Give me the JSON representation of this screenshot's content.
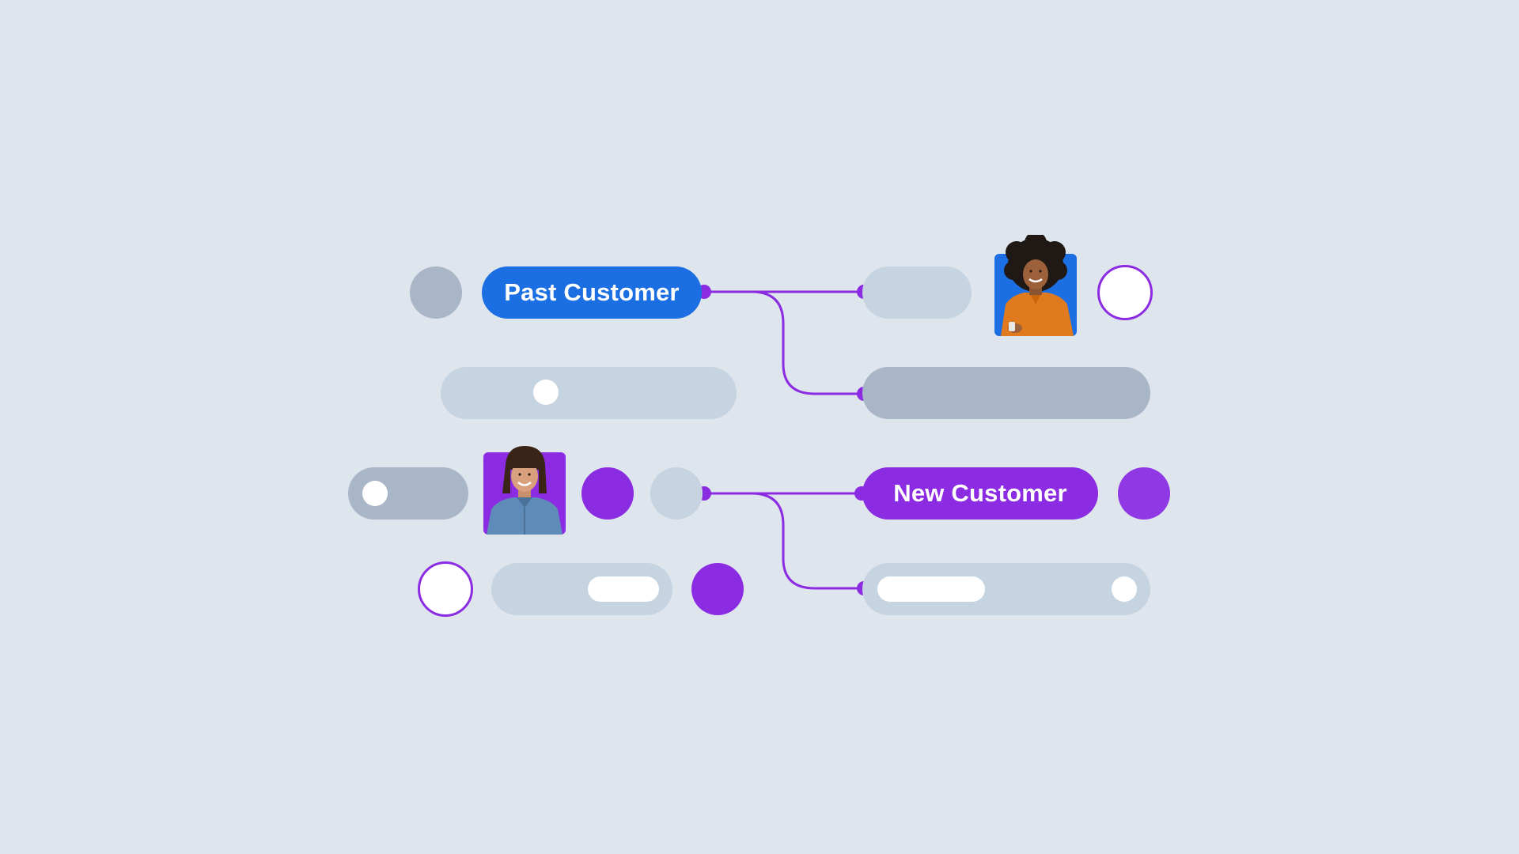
{
  "labels": {
    "past_customer": "Past Customer",
    "new_customer": "New Customer"
  },
  "colors": {
    "background": "#dee5ed",
    "pill_light": "#c6d3e0",
    "pill_mid": "#a9b6c8",
    "blue_accent": "#1b6fe2",
    "purple_accent": "#8b2be2",
    "connector": "#8b2be2",
    "white": "#ffffff"
  },
  "icons": {
    "avatar_top": "person-avatar-orange-shirt",
    "avatar_middle": "person-avatar-denim-shirt"
  }
}
